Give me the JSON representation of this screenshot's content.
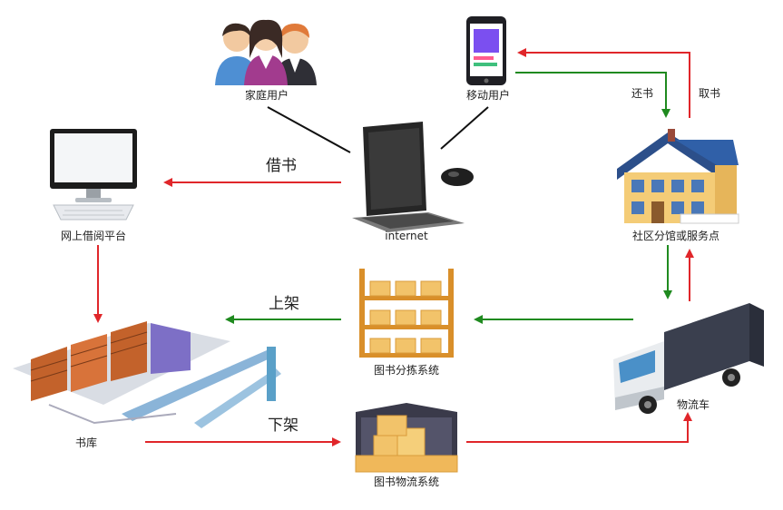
{
  "nodes": {
    "family_users": "家庭用户",
    "mobile_users": "移动用户",
    "online_platform": "网上借阅平台",
    "internet": "internet",
    "branch": "社区分馆或服务点",
    "warehouse": "书库",
    "sorting": "图书分拣系统",
    "truck": "物流车",
    "logistics": "图书物流系统"
  },
  "edges": {
    "borrow": "借书",
    "return": "还书",
    "pickup": "取书",
    "shelve": "上架",
    "unshelve": "下架"
  },
  "colors": {
    "red_arrow": "#e0262a",
    "green_arrow": "#1f8a1f",
    "line": "#111111"
  },
  "icons": {
    "family_users": "family-users-icon",
    "mobile_users": "smartphone-icon",
    "online_platform": "desktop-computer-icon",
    "internet": "laptop-icon",
    "branch": "house-icon",
    "warehouse": "warehouse-racks-icon",
    "sorting": "shelf-boxes-icon",
    "truck": "truck-icon",
    "logistics": "boxes-garage-icon"
  }
}
